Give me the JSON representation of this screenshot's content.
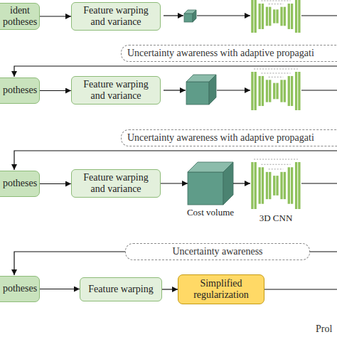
{
  "diagram": {
    "nodes": [
      {
        "text": [
          "ident potheses"
        ]
      },
      {
        "text": [
          "Feature warping and variance"
        ]
      },
      {
        "text": [
          "Uncertainty awareness with adaptive propagati"
        ]
      },
      {
        "text": [
          "potheses"
        ]
      },
      {
        "text": [
          "Feature warping and variance"
        ]
      },
      {
        "text": [
          "Uncertainty awareness with adaptive propagati"
        ]
      },
      {
        "text": [
          "potheses"
        ]
      },
      {
        "text": [
          "Feature warping and variance"
        ]
      },
      {
        "text": [
          "Cost volume"
        ]
      },
      {
        "text": [
          "3D CNN"
        ]
      },
      {
        "text": [
          "Uncertainty awareness"
        ]
      },
      {
        "text": [
          "potheses"
        ]
      },
      {
        "text": [
          "Feature warping"
        ]
      },
      {
        "text": [
          "Simplified regularization"
        ]
      }
    ],
    "edges": [
      {
        "from": 0,
        "to": 1,
        "arrow": "to"
      },
      {
        "from": 3,
        "to": 4,
        "arrow": "to"
      },
      {
        "from": 6,
        "to": 7,
        "arrow": "to"
      },
      {
        "from": 7,
        "to": 8,
        "arrow": "to"
      },
      {
        "from": 8,
        "to": 9,
        "arrow": "to"
      },
      {
        "from": 11,
        "to": 12,
        "arrow": "to"
      },
      {
        "from": 12,
        "to": 13,
        "arrow": "to"
      }
    ],
    "labels": [
      "Prol"
    ]
  }
}
